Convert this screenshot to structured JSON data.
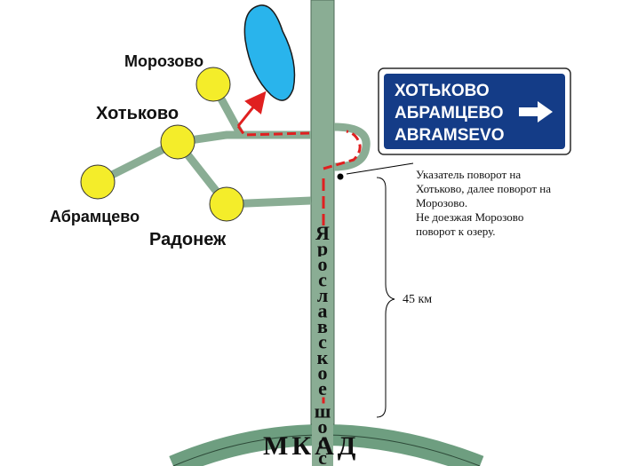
{
  "map": {
    "towns": {
      "morozovo": "Морозово",
      "khotkovo": "Хотьково",
      "abramtsevo": "Абрамцево",
      "radonezh": "Радонеж"
    },
    "highway_name": "Ярославское шоссе",
    "ring_road": "МКАД",
    "distance_label": "45 км",
    "sign": {
      "lines": [
        "ХОТЬКОВО",
        "АБРАМЦЕВО",
        "ABRAMSEVO"
      ]
    },
    "note": {
      "lines": [
        "Указатель поворот на",
        "Хотьково, далее поворот на",
        "Морозово.",
        "Не доезжая Морозово",
        "поворот к озеру."
      ]
    }
  }
}
